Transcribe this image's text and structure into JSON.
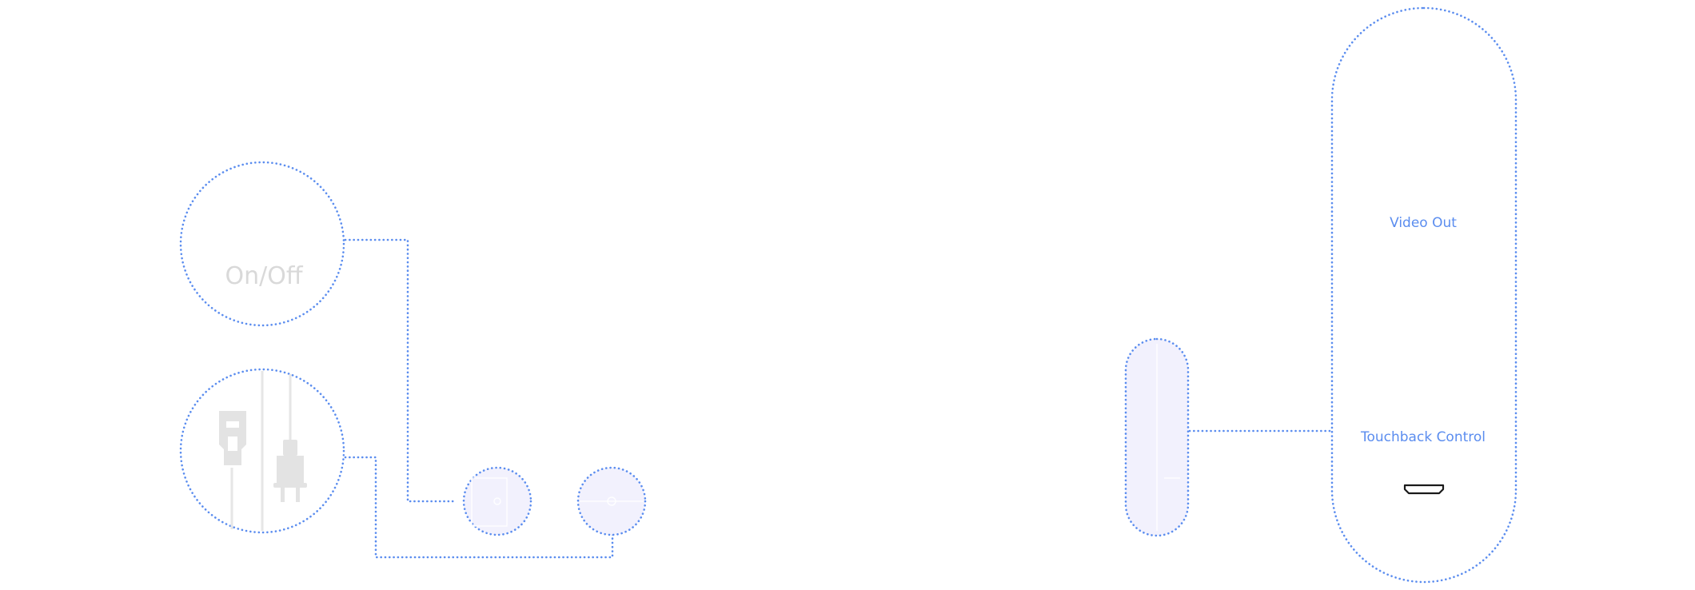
{
  "labels": {
    "on_off": "On/Off",
    "video_out": "Video Out",
    "touchback_control": "Touchback Control"
  },
  "colors": {
    "accent": "#5b8def",
    "port_fill": "#f2f1fd",
    "icon_grey": "#e3e3e3",
    "label_grey": "#d9d9d9"
  },
  "icons": [
    "power-plug-type-a-icon",
    "power-plug-type-c-icon",
    "hdmi-port-icon"
  ]
}
